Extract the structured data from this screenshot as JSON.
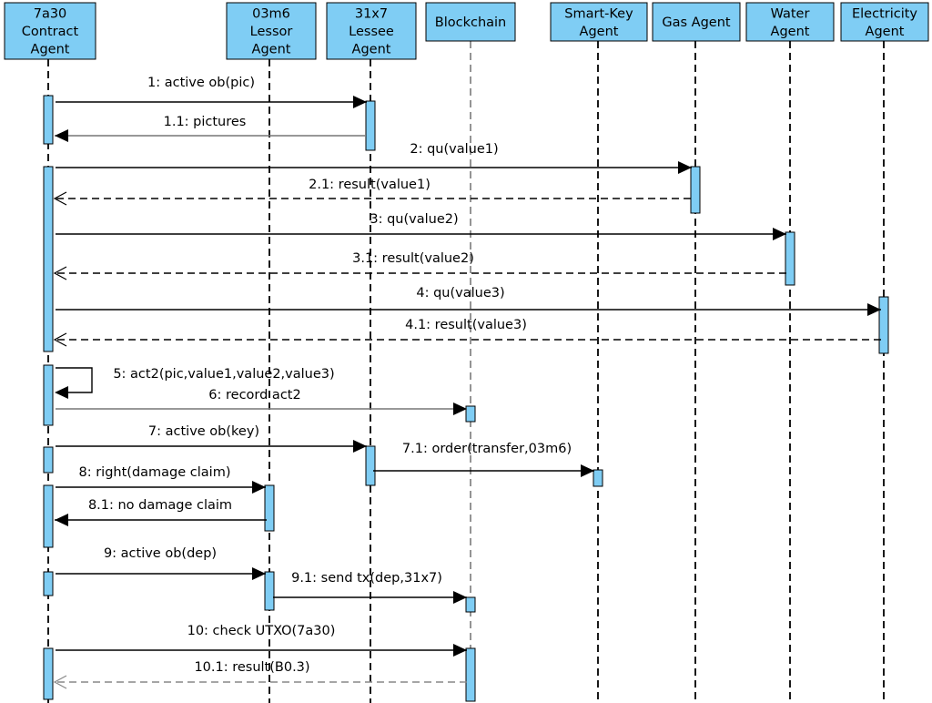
{
  "participants": [
    {
      "id": "contract",
      "lines": [
        "7a30",
        "Contract",
        "Agent"
      ]
    },
    {
      "id": "lessor",
      "lines": [
        "03m6",
        "Lessor",
        "Agent"
      ]
    },
    {
      "id": "lessee",
      "lines": [
        "31x7",
        "Lessee",
        "Agent"
      ]
    },
    {
      "id": "blockchain",
      "lines": [
        "Blockchain"
      ]
    },
    {
      "id": "smartkey",
      "lines": [
        "Smart-Key",
        "Agent"
      ]
    },
    {
      "id": "gas",
      "lines": [
        "Gas Agent"
      ]
    },
    {
      "id": "water",
      "lines": [
        "Water",
        "Agent"
      ]
    },
    {
      "id": "electricity",
      "lines": [
        "Electricity",
        "Agent"
      ]
    }
  ],
  "messages": [
    {
      "id": "m1",
      "label": "1: active ob(pic)",
      "from": "contract",
      "to": "lessee",
      "kind": "sync"
    },
    {
      "id": "m1_1",
      "label": "1.1: pictures",
      "from": "lessee",
      "to": "contract",
      "kind": "reply"
    },
    {
      "id": "m2",
      "label": "2: qu(value1)",
      "from": "contract",
      "to": "gas",
      "kind": "sync"
    },
    {
      "id": "m2_1",
      "label": "2.1: result(value1)",
      "from": "gas",
      "to": "contract",
      "kind": "return"
    },
    {
      "id": "m3",
      "label": "3: qu(value2)",
      "from": "contract",
      "to": "water",
      "kind": "sync"
    },
    {
      "id": "m3_1",
      "label": "3.1: result(value2)",
      "from": "water",
      "to": "contract",
      "kind": "return"
    },
    {
      "id": "m4",
      "label": "4: qu(value3)",
      "from": "contract",
      "to": "electricity",
      "kind": "sync"
    },
    {
      "id": "m4_1",
      "label": "4.1: result(value3)",
      "from": "electricity",
      "to": "contract",
      "kind": "return"
    },
    {
      "id": "m5",
      "label": "5: act2(pic,value1,value2,value3)",
      "from": "contract",
      "to": "contract",
      "kind": "self"
    },
    {
      "id": "m6",
      "label": "6: record act2",
      "from": "contract",
      "to": "blockchain",
      "kind": "sync-grey"
    },
    {
      "id": "m7",
      "label": "7: active ob(key)",
      "from": "contract",
      "to": "lessee",
      "kind": "sync"
    },
    {
      "id": "m7_1",
      "label": "7.1: order(transfer,03m6)",
      "from": "lessee",
      "to": "smartkey",
      "kind": "sync"
    },
    {
      "id": "m8",
      "label": "8: right(damage claim)",
      "from": "contract",
      "to": "lessor",
      "kind": "sync"
    },
    {
      "id": "m8_1",
      "label": "8.1: no damage claim",
      "from": "lessor",
      "to": "contract",
      "kind": "reply"
    },
    {
      "id": "m9",
      "label": "9: active ob(dep)",
      "from": "contract",
      "to": "lessor",
      "kind": "sync"
    },
    {
      "id": "m9_1",
      "label": "9.1: send tx(dep,31x7)",
      "from": "lessor",
      "to": "blockchain",
      "kind": "sync"
    },
    {
      "id": "m10",
      "label": "10: check UTXO(7a30)",
      "from": "contract",
      "to": "blockchain",
      "kind": "sync"
    },
    {
      "id": "m10_1",
      "label": "10.1: result(B0.3)",
      "from": "blockchain",
      "to": "contract",
      "kind": "return-grey"
    }
  ]
}
